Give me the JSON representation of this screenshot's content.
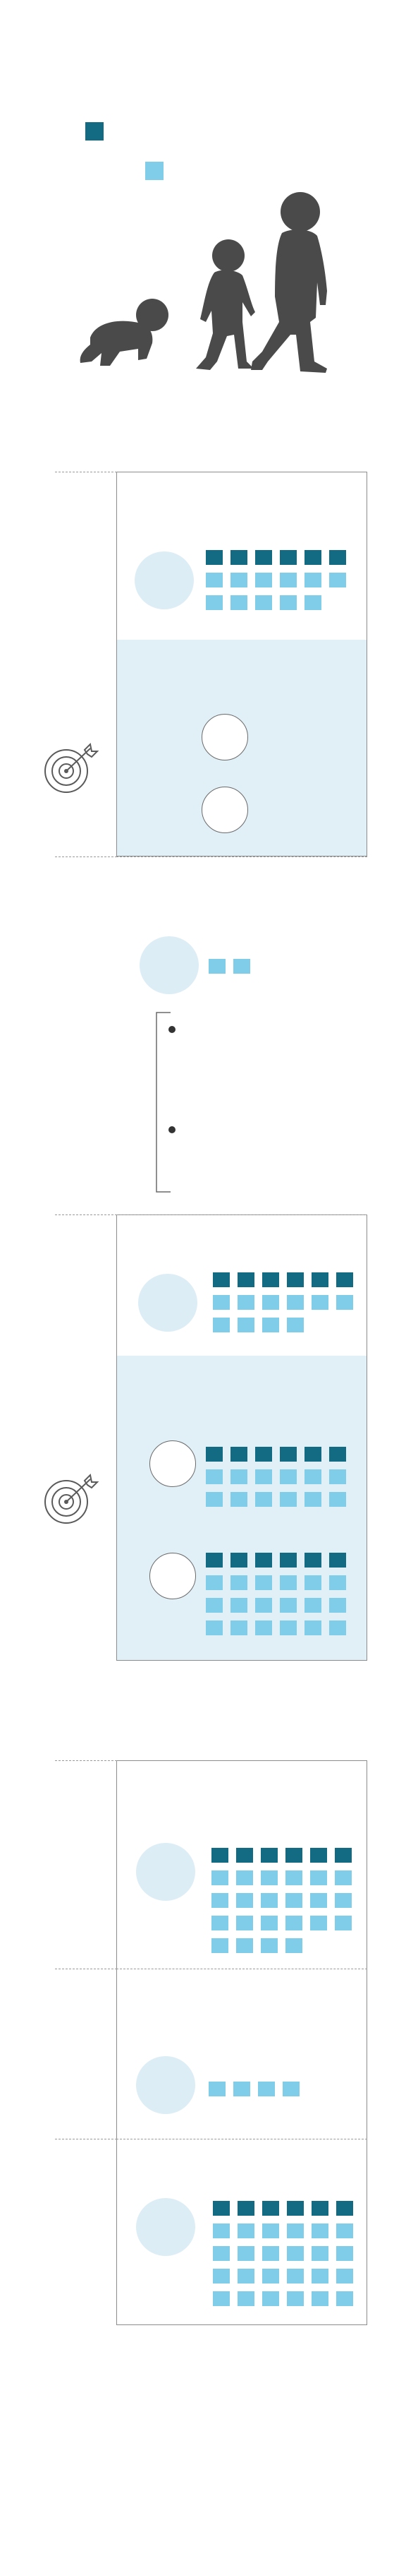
{
  "colors": {
    "dark": "#126b83",
    "light": "#7fcde9",
    "band": "#e1f0f7",
    "blob": "#dcedf5",
    "figure": "#4a4a4a",
    "line": "#8c8c8c"
  },
  "legend": {
    "items": [
      {
        "color": "dark",
        "label": ""
      },
      {
        "color": "light",
        "label": ""
      }
    ]
  },
  "header_illustration": {
    "icon": "child-growth-silhouettes-icon"
  },
  "sections": [
    {
      "rows": [
        {
          "highlighted": false,
          "dark": 6,
          "light": 11,
          "icon": null
        },
        {
          "highlighted": true,
          "dark": 0,
          "light": 0,
          "icon": "target-icon",
          "markers": [
            "ring",
            "ring"
          ]
        },
        {
          "highlighted": false,
          "dark": 0,
          "light": 2,
          "icon": null,
          "bracket": {
            "points": 2
          }
        }
      ]
    },
    {
      "rows": [
        {
          "highlighted": false,
          "dark": 6,
          "light": 10,
          "icon": null
        },
        {
          "highlighted": true,
          "dark": 6,
          "light": 12,
          "icon": "target-icon",
          "markers": [
            "ring"
          ]
        },
        {
          "highlighted": true,
          "dark": 6,
          "light": 18,
          "icon": null,
          "markers": [
            "ring"
          ]
        }
      ]
    },
    {
      "rows": [
        {
          "highlighted": false,
          "dark": 6,
          "light": 22,
          "icon": null
        },
        {
          "highlighted": false,
          "dark": 0,
          "light": 4,
          "icon": null
        },
        {
          "highlighted": false,
          "dark": 6,
          "light": 24,
          "icon": null
        }
      ]
    }
  ]
}
